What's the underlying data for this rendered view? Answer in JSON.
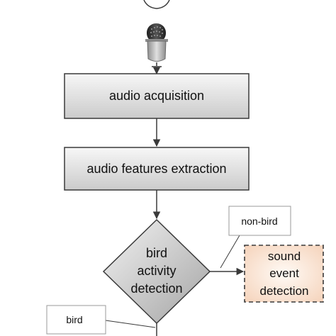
{
  "nodes": {
    "acquisition": "audio acquisition",
    "features": "audio features extraction",
    "decision": [
      "bird",
      "activity",
      "detection"
    ],
    "sound_event": [
      "sound",
      "event",
      "detection"
    ]
  },
  "edge_labels": {
    "non_bird": "non-bird",
    "bird": "bird"
  },
  "icons": [
    "microphone-icon"
  ],
  "colors": {
    "process_fill_light": "#f4f4f4",
    "process_fill_dark": "#cfcfcf",
    "decision_fill_light": "#eeeeee",
    "decision_fill_dark": "#a9a9a9",
    "sound_event_fill_light": "#fdf3ea",
    "sound_event_fill_dark": "#f6d8c2",
    "stroke": "#3a3a3a"
  }
}
